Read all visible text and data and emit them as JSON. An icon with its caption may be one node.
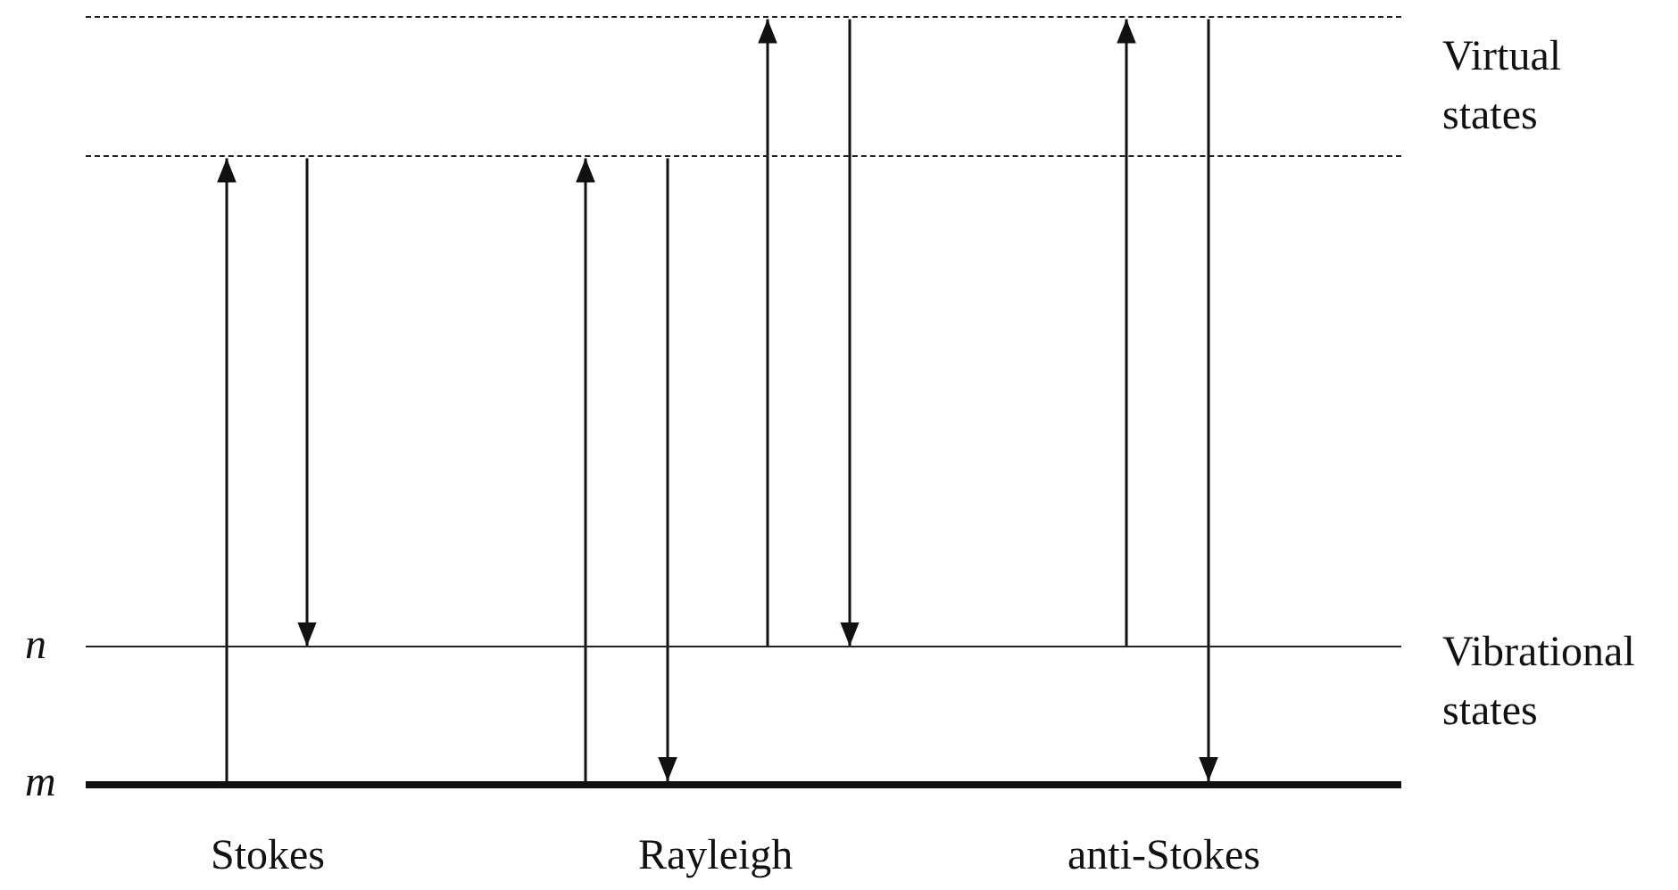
{
  "diagram": {
    "nodes": [
      {
        "text": [],
        "shape": "bar"
      },
      {
        "text": [],
        "shape": "bar"
      },
      {
        "text": [],
        "shape": "bar",
        "beside": [
          "n"
        ]
      },
      {
        "text": [],
        "shape": "bar",
        "beside": [
          "m"
        ]
      }
    ],
    "edges": [
      {
        "from": 3,
        "to": 1,
        "arrow": "to"
      },
      {
        "from": 1,
        "to": 2,
        "arrow": "to"
      },
      {
        "from": 3,
        "to": 1,
        "arrow": "to"
      },
      {
        "from": 1,
        "to": 3,
        "arrow": "to"
      },
      {
        "from": 2,
        "to": 0,
        "arrow": "to"
      },
      {
        "from": 0,
        "to": 2,
        "arrow": "to"
      },
      {
        "from": 2,
        "to": 0,
        "arrow": "to"
      },
      {
        "from": 0,
        "to": 3,
        "arrow": "to"
      }
    ],
    "labels": [
      "Virtual states",
      "Vibrational states",
      "Stokes",
      "Rayleigh",
      "anti-Stokes"
    ]
  }
}
